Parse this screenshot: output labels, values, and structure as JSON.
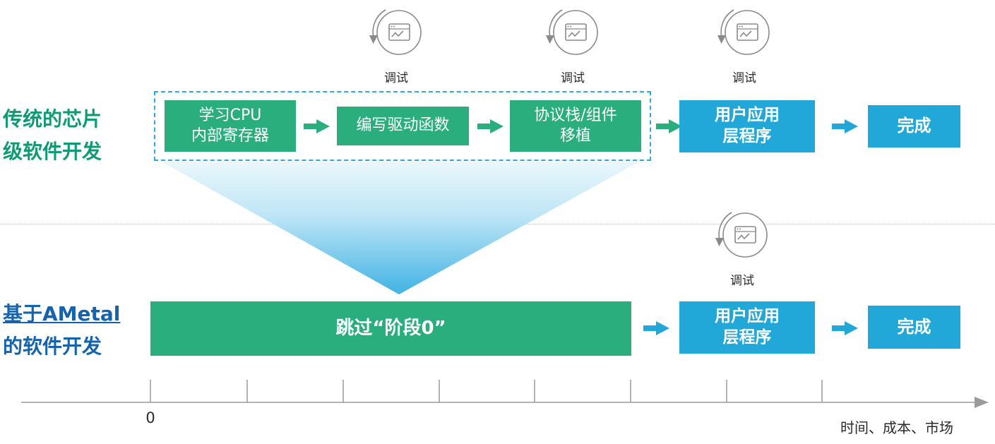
{
  "colors": {
    "stage_green": "#2bae7e",
    "stage_blue": "#22a8d8",
    "dashed_border_blue": "#2aabe2",
    "side_label_green": "#0e9a74",
    "side_label_blue": "#1463ad",
    "funnel_top": "#eaf7fc",
    "funnel_tip": "#41b2e4"
  },
  "row_traditional": {
    "side_label": "传统的芯片\n级软件开发",
    "stages": [
      "学习CPU\n内部寄存器",
      "编写驱动函数",
      "协议栈/组件\n移植"
    ],
    "app_box": "用户应用\n层程序",
    "done_box": "完成",
    "debug_icons": [
      {
        "label": "调试"
      },
      {
        "label": "调试"
      },
      {
        "label": "调试"
      }
    ]
  },
  "row_ametal": {
    "side_label_line1": "基于AMetal",
    "side_label_line2": "的软件开发",
    "skip_box": "跳过“阶段0”",
    "app_box": "用户应用\n层程序",
    "done_box": "完成",
    "debug_icon": {
      "label": "调试"
    }
  },
  "axis": {
    "origin": "0",
    "caption": "时间、成本、市场"
  }
}
